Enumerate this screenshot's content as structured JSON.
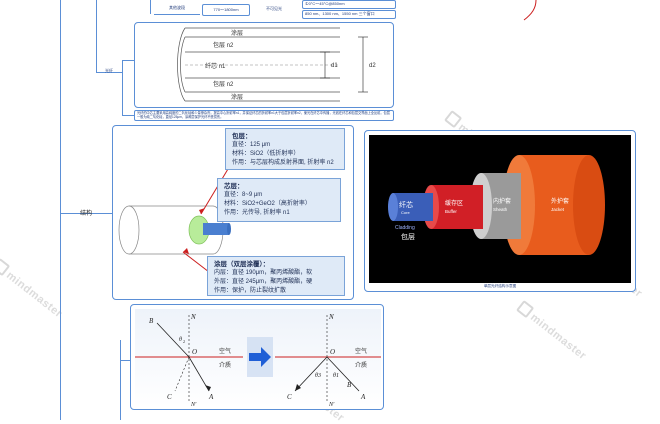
{
  "top_row": {
    "cell1": "其他波段",
    "cell2": "770～1800nm",
    "cell3": "不可见光",
    "note1": "①0°C～45°C@850nm",
    "note2": "850 nm、1300 nm、1550 nm 三个窗口"
  },
  "fiber_cross_section": {
    "branch_label": "光纤",
    "cladding_top": "涂层",
    "n2_top": "包层  n2",
    "core": "纤芯   n1",
    "n2_bottom": "包层  n2",
    "cladding_bottom": "涂层",
    "d1": "d1",
    "d2": "d2",
    "caption": "光纤的中芯主要采用高纯度的二氧化硅和少量掺杂剂，提高中心折射率n1，并保证纤芯的折射率n1大于包层折射率n2，使光在纤芯中传播，光线在纤芯和包层交界面上全反射。包层一般为纯二氧化硅，直径125μm，涂覆层保护光纤不受损伤。"
  },
  "structure": {
    "label": "结构",
    "cladding_box": {
      "title": "包层：",
      "line1": "直径：125 μm",
      "line2": "材料：SiO2（低折射率）",
      "line3": "作用：与芯层构成反射界面, 折射率 n2"
    },
    "core_box": {
      "title": "芯层：",
      "line1": "直径：8~9 μm",
      "line2": "材料：SiO2+GeO2（高折射率）",
      "line3": "作用：光传导, 折射率 n1"
    },
    "coating_box": {
      "title": "涂层（双层涂覆）：",
      "line1": "内层：直径 190μm，聚丙烯酸酯，软",
      "line2": "外层：直径 245μm，聚丙烯酸酯，硬",
      "line3": "作用：保护，防止裂纹扩散"
    }
  },
  "cable_photo": {
    "core_cn": "纤芯",
    "core_en": "Core",
    "cladding_en": "Cladding",
    "cladding_cn": "包层",
    "buffer_cn": "缓存区",
    "buffer_en": "Buffer",
    "sheath_cn": "内护套",
    "sheath_en": "Sheath",
    "jacket_cn": "外护套",
    "jacket_en": "Jacket",
    "caption": "单层光纤结构示意图"
  },
  "refraction": {
    "left": {
      "B": "B",
      "N": "N",
      "theta": "θ",
      "theta2": "2",
      "O": "O",
      "air": "空气",
      "medium": "介质",
      "C": "C",
      "A": "A",
      "Nprime": "N'"
    },
    "right": {
      "N": "N",
      "O": "O",
      "air": "空气",
      "medium": "介质",
      "theta3": "θ3",
      "theta1": "θ1",
      "C": "C",
      "B": "B",
      "A": "A",
      "Nprime": "N'"
    }
  },
  "watermark": "mindmaster",
  "colors": {
    "accent": "#5b8fd6",
    "red": "#cc1f1f",
    "arrow_blue": "#1f5fd6",
    "box_fill": "#dfeaf7"
  }
}
